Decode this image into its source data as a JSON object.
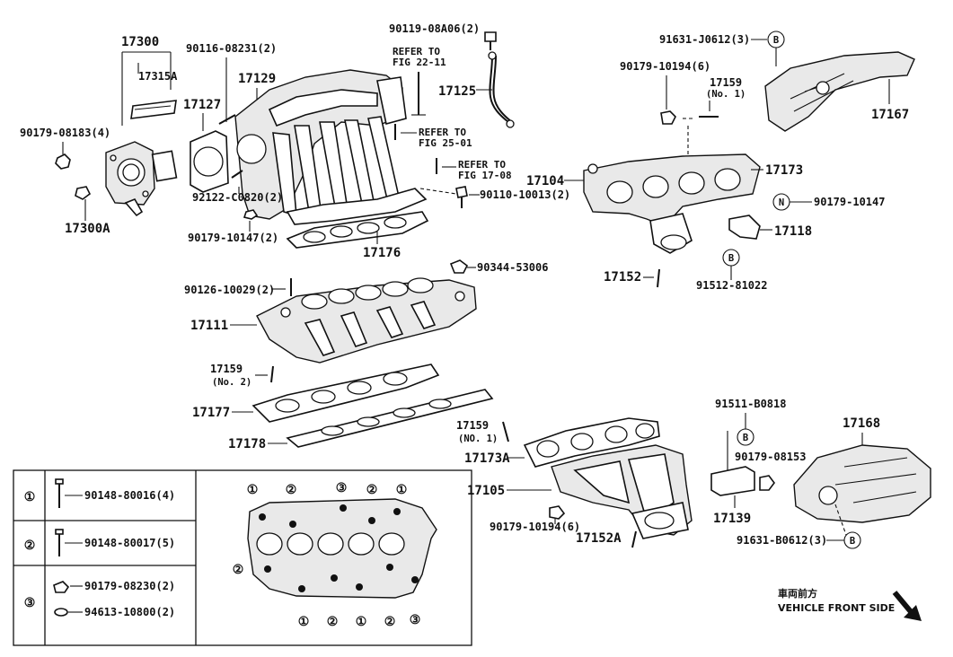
{
  "parts": {
    "p17300": "17300",
    "p17315A": "17315A",
    "p90179_08183": "90179-08183(4)",
    "p17300A": "17300A",
    "p90116_08231": "90116-08231(2)",
    "p17127": "17127",
    "p17129": "17129",
    "p92122_C0820": "92122-C0820(2)",
    "p90179_10147_2": "90179-10147(2)",
    "p17176": "17176",
    "p90119_08A06": "90119-08A06(2)",
    "p17125": "17125",
    "p90110_10013": "90110-10013(2)",
    "p90344_53006": "90344-53006",
    "p90126_10029": "90126-10029(2)",
    "p17111": "17111",
    "p17159_no2": "17159",
    "p17159_no2_sub": "(No. 2)",
    "p17177": "17177",
    "p17178": "17178",
    "p91631_J0612": "91631-J0612(3)",
    "p90179_10194_top": "90179-10194(6)",
    "p17159_no1_top": "17159",
    "p17159_no1_top_sub": "(No. 1)",
    "p17167": "17167",
    "p17104": "17104",
    "p17173": "17173",
    "p90179_10147": "90179-10147",
    "p17118": "17118",
    "p17152": "17152",
    "p91512_81022": "91512-81022",
    "p17159_no1_bot": "17159",
    "p17159_no1_bot_sub": "(NO. 1)",
    "p17173A": "17173A",
    "p17105": "17105",
    "p90179_10194_bot": "90179-10194(6)",
    "p17152A": "17152A",
    "p91511_B0818": "91511-B0818",
    "p90179_08153": "90179-08153",
    "p17139": "17139",
    "p17168": "17168",
    "p91631_B0612": "91631-B0612(3)"
  },
  "refs": {
    "fig22_a": "REFER TO",
    "fig22_b": "FIG 22-11",
    "fig25_a": "REFER TO",
    "fig25_b": "FIG 25-01",
    "fig17_a": "REFER TO",
    "fig17_b": "FIG 17-08"
  },
  "markers": {
    "B": "B",
    "N": "N"
  },
  "legend": {
    "c1": "①",
    "c2": "②",
    "c3": "③",
    "r1": "90148-80016(4)",
    "r2": "90148-80017(5)",
    "r3a": "90179-08230(2)",
    "r3b": "94613-10800(2)"
  },
  "front": {
    "jp": "車両前方",
    "en": "VEHICLE FRONT SIDE"
  }
}
